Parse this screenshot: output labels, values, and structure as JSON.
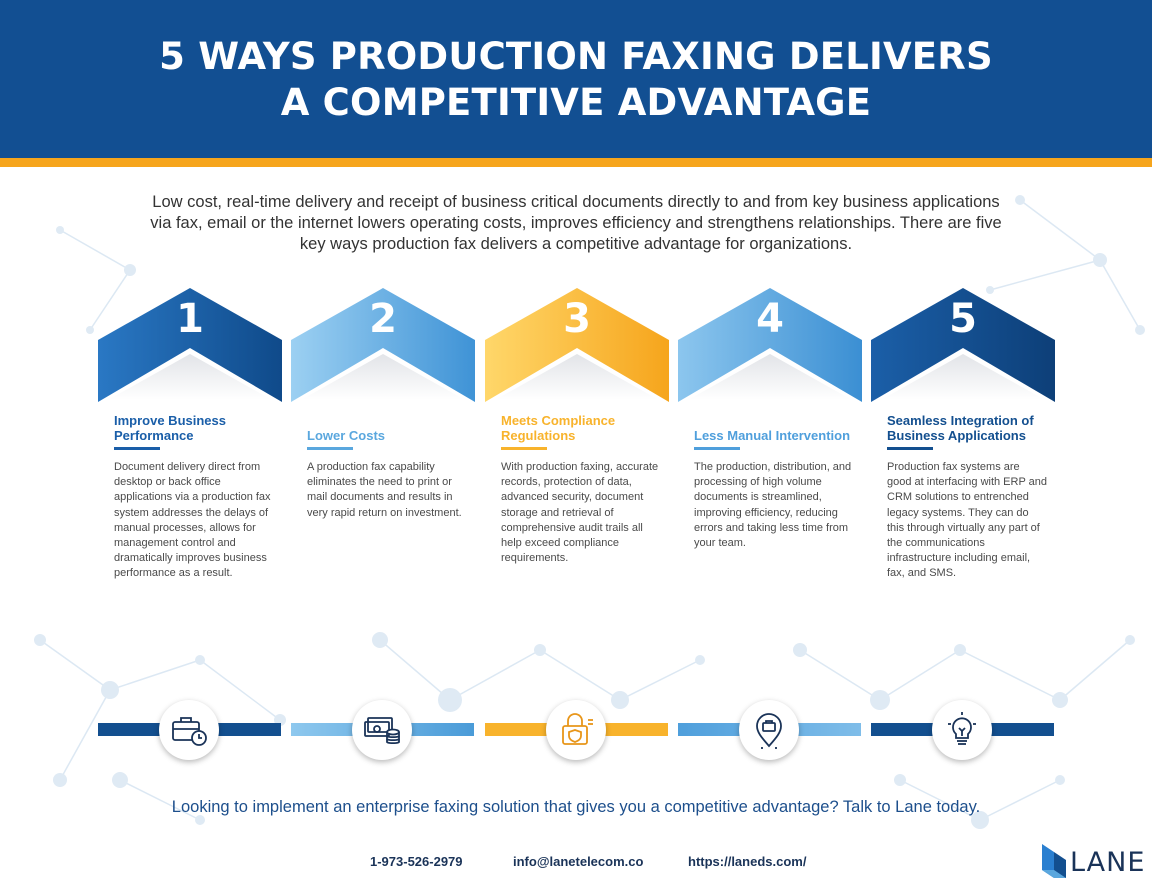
{
  "header": {
    "title_line1": "5 WAYS PRODUCTION FAXING DELIVERS",
    "title_line2": "A COMPETITIVE ADVANTAGE"
  },
  "intro": "Low cost, real-time delivery and receipt of business critical documents directly to and from key business applications via fax, email or the internet lowers operating costs, improves efficiency and strengthens relationships. There are five key ways production fax delivers a competitive advantage for organizations.",
  "steps": [
    {
      "number": "1",
      "title": "Improve Business Performance",
      "body": "Document delivery direct from desktop or back office applications via a production fax system addresses the delays of manual processes, allows for management control and dramatically improves business performance as a result.",
      "color": "#1a5ea8",
      "icon": "briefcase-clock-icon"
    },
    {
      "number": "2",
      "title": "Lower Costs",
      "body": "A production fax capability eliminates the need to print or mail documents and results in very rapid return on investment.",
      "color": "#5aa7de",
      "icon": "money-coins-icon"
    },
    {
      "number": "3",
      "title": "Meets Compliance Regulations",
      "body": "With production faxing, accurate records, protection of data, advanced security, document storage and retrieval of comprehensive audit trails all help exceed compliance requirements.",
      "color": "#f8b32c",
      "icon": "padlock-shield-icon"
    },
    {
      "number": "4",
      "title": "Less Manual Intervention",
      "body": "The production, distribution, and processing of high volume documents is streamlined, improving efficiency, reducing errors and taking less time from your team.",
      "color": "#4f9fdc",
      "icon": "location-pin-briefcase-icon"
    },
    {
      "number": "5",
      "title": "Seamless Integration of Business Applications",
      "body": "Production fax systems are good at interfacing with ERP and CRM solutions to entrenched legacy systems. They can do this through virtually any part of the communications infrastructure including email, fax, and SMS.",
      "color": "#134f8f",
      "icon": "lightbulb-icon"
    }
  ],
  "cta": "Looking to implement an enterprise faxing solution that gives you a competitive advantage? Talk to Lane today.",
  "contact": {
    "phone": "1-973-526-2979",
    "email": "info@lanetelecom.co",
    "website": "https://laneds.com/"
  },
  "logo": {
    "text": "LANE"
  },
  "colors": {
    "header": "#124f92",
    "stripe": "#f6a51c",
    "text_dark": "#1a3358"
  }
}
